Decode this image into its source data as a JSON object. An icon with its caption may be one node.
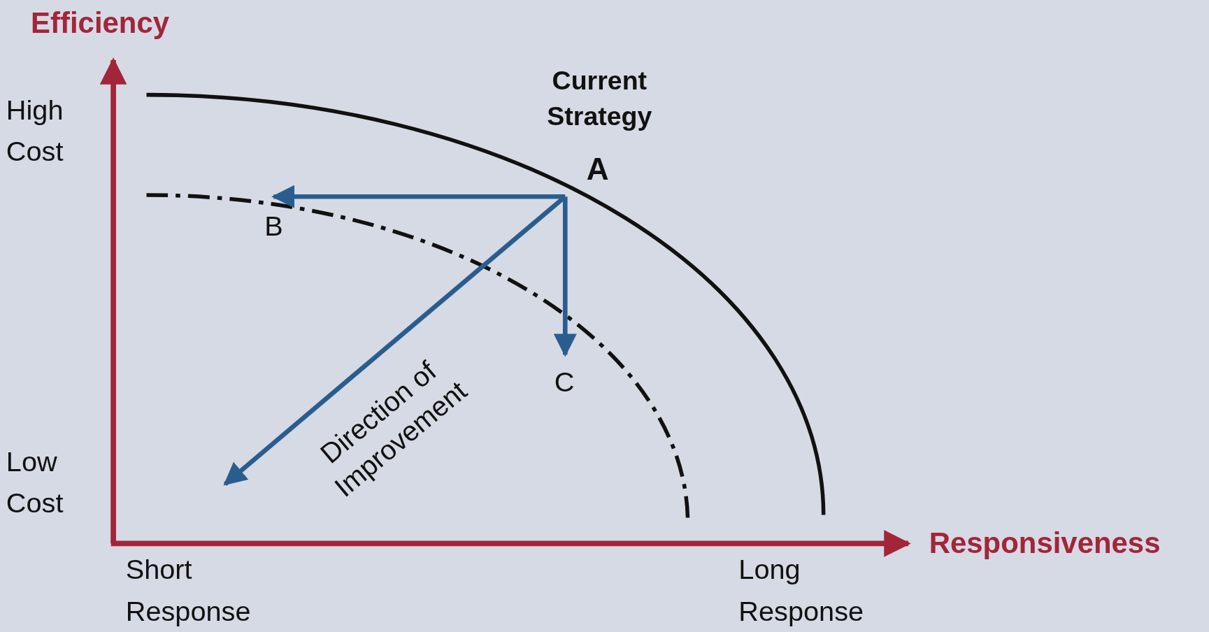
{
  "diagram": {
    "nodes": [
      {
        "text": [
          "Current Strategy",
          "A"
        ]
      },
      {
        "text": [
          "B"
        ]
      },
      {
        "text": [
          "C"
        ]
      }
    ],
    "edges": [
      {
        "from": 0,
        "to": 1,
        "arrow": "to"
      },
      {
        "from": 0,
        "to": 2,
        "arrow": "to"
      },
      {
        "from": 0,
        "to": null,
        "arrow": "to",
        "label": "Direction of Improvement"
      }
    ],
    "labels": [
      "Efficiency",
      "High Cost",
      "Low Cost",
      "Responsiveness",
      "Short Response",
      "Long Response"
    ]
  }
}
